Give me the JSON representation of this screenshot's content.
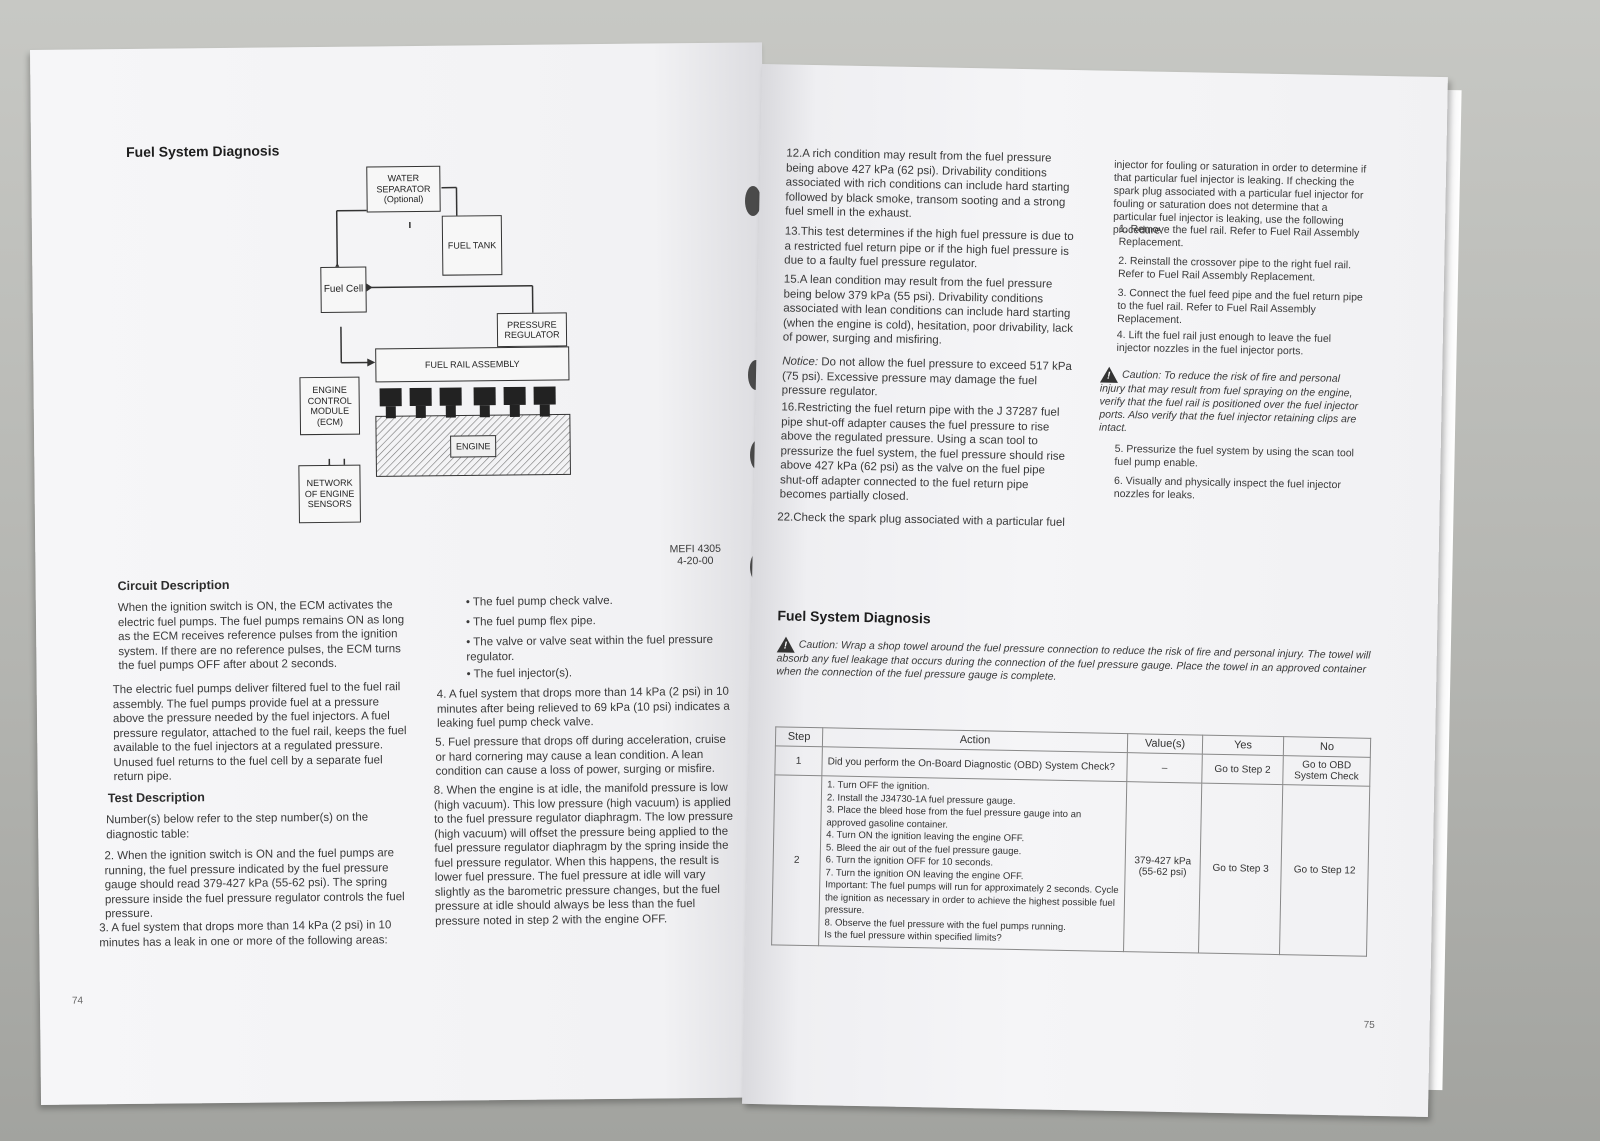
{
  "left_page": {
    "title": "Fuel System Diagnosis",
    "diagram": {
      "water_separator": "WATER SEPARATOR (Optional)",
      "fuel_tank": "FUEL TANK",
      "fuel_cell": "Fuel Cell",
      "pressure_regulator": "PRESSURE REGULATOR",
      "fuel_rail": "FUEL RAIL ASSEMBLY",
      "ecm": "ENGINE CONTROL MODULE (ECM)",
      "engine": "ENGINE",
      "network": "NETWORK OF ENGINE SENSORS",
      "ref_code": "MEFI 4305",
      "ref_date": "4-20-00"
    },
    "circuit_heading": "Circuit Description",
    "circuit_p1": "When the ignition switch is ON, the ECM activates the electric fuel pumps. The fuel pumps remains ON as long as the ECM receives reference pulses from the ignition system. If there are no reference pulses, the ECM turns the fuel pumps OFF after about 2 seconds.",
    "circuit_p2": "The electric fuel pumps deliver filtered fuel to the fuel rail assembly. The fuel pumps provide fuel at a pressure above the pressure needed by the fuel injectors. A fuel pressure regulator, attached to the fuel rail, keeps the fuel available to the fuel injectors at a regulated pressure. Unused fuel returns to the fuel cell by a separate fuel return pipe.",
    "test_heading": "Test Description",
    "test_intro": "Number(s) below refer to the step number(s) on the diagnostic table:",
    "item2": "2. When the ignition switch is ON and the fuel pumps are running, the fuel pressure indicated by the fuel pressure gauge should read 379-427 kPa (55-62 psi). The spring pressure inside the fuel pressure regulator controls the fuel pressure.",
    "item3": "3. A fuel system that drops more than 14 kPa (2 psi) in 10 minutes has a leak in one or more of the following areas:",
    "bullet1": "The fuel pump check valve.",
    "bullet2": "The fuel pump flex pipe.",
    "bullet3": "The valve or valve seat within the fuel pressure regulator.",
    "bullet4": "The fuel injector(s).",
    "item4": "4. A fuel system that drops more than 14 kPa (2 psi) in 10 minutes after being relieved to 69 kPa (10 psi) indicates a leaking fuel pump check valve.",
    "item5": "5. Fuel pressure that drops off during acceleration, cruise or hard cornering may cause a lean condition. A lean condition can cause a loss of power, surging or misfire.",
    "item8": "8. When the engine is at idle, the manifold pressure is low (high vacuum). This low pressure (high vacuum) is applied to the fuel pressure regulator diaphragm. The low pressure (high vacuum) will offset the pressure being applied to the fuel pressure regulator diaphragm by the spring inside the fuel pressure regulator. When this happens, the result is lower fuel pressure. The fuel pressure at idle will vary slightly as the barometric pressure changes, but the fuel pressure at idle should always be less than the fuel pressure noted in step 2 with the engine OFF.",
    "page_number": "74"
  },
  "right_page": {
    "item12": "12.A rich condition may result from the fuel pressure being above 427 kPa (62 psi). Drivability conditions associated with rich conditions can include hard starting followed by black smoke, transom sooting and a strong fuel smell in the exhaust.",
    "item13": "13.This test determines if the high fuel pressure is due to a restricted fuel return pipe or if the high fuel pressure is due to a faulty fuel pressure regulator.",
    "item15": "15.A lean condition may result from the fuel pressure being below 379 kPa (55 psi). Drivability conditions associated with lean conditions can include hard starting (when the engine is cold), hesitation, poor drivability, lack of power, surging and misfiring.",
    "notice_label": "Notice:",
    "notice": "Do not allow the fuel pressure to exceed 517 kPa (75 psi). Excessive pressure may damage the fuel pressure regulator.",
    "item16": "16.Restricting the fuel return pipe with the J 37287 fuel pipe shut-off adapter causes the fuel pressure to rise above the regulated pressure. Using a scan tool to pressurize the fuel system, the fuel pressure should rise above 427 kPa (62 psi) as the valve on the fuel pipe shut-off adapter connected to the fuel return pipe becomes partially closed.",
    "item22": "22.Check the spark plug associated with a particular fuel",
    "col2_intro": "injector for fouling or saturation in order to determine if that particular fuel injector is leaking. If checking the spark plug associated with a particular fuel injector for fouling or saturation does not determine that a particular fuel injector is leaking, use the following procedure.",
    "proc1": "1. Remove the fuel rail. Refer to Fuel Rail Assembly Replacement.",
    "proc2": "2. Reinstall the crossover pipe to the right fuel rail. Refer to Fuel Rail Assembly Replacement.",
    "proc3": "3. Connect the fuel feed pipe and the fuel return pipe to the fuel rail. Refer to Fuel Rail Assembly Replacement.",
    "proc4": "4. Lift the fuel rail just enough to leave the fuel injector nozzles in the fuel injector ports.",
    "caution1": "Caution: To reduce the risk of fire and personal injury that may result from fuel spraying on the engine, verify that the fuel rail is positioned over the fuel injector ports. Also verify that the fuel injector retaining clips are intact.",
    "proc5": "5. Pressurize the fuel system by using the scan tool fuel pump enable.",
    "proc6": "6. Visually and physically inspect the fuel injector nozzles for leaks.",
    "table_title": "Fuel System Diagnosis",
    "caution2": "Caution: Wrap a shop towel around the fuel pressure connection to reduce the risk of fire and personal injury. The towel will absorb any fuel leakage that occurs during the connection of the fuel pressure gauge. Place the towel in an approved container when the connection of the fuel pressure gauge is complete.",
    "table": {
      "headers": [
        "Step",
        "Action",
        "Value(s)",
        "Yes",
        "No"
      ],
      "row1": {
        "step": "1",
        "action": "Did you perform the On-Board Diagnostic (OBD) System Check?",
        "value": "–",
        "yes": "Go to Step 2",
        "no": "Go to OBD System Check"
      },
      "row2": {
        "step": "2",
        "action_lines": [
          "1. Turn OFF the ignition.",
          "2. Install the J34730-1A fuel pressure gauge.",
          "3. Place the bleed hose from the fuel pressure gauge into an approved gasoline container.",
          "4. Turn ON the ignition leaving the engine OFF.",
          "5. Bleed the air out of the fuel pressure gauge.",
          "6. Turn the ignition OFF for 10 seconds.",
          "7. Turn the ignition ON leaving the engine OFF.",
          "Important: The fuel pumps will run for approximately 2 seconds. Cycle the ignition as necessary in order to achieve the highest possible fuel pressure.",
          "8. Observe the fuel pressure with the fuel pumps running.",
          "Is the fuel pressure within specified limits?"
        ],
        "value": "379-427 kPa (55-62 psi)",
        "yes": "Go to Step 3",
        "no": "Go to Step 12"
      }
    },
    "page_number": "75"
  }
}
